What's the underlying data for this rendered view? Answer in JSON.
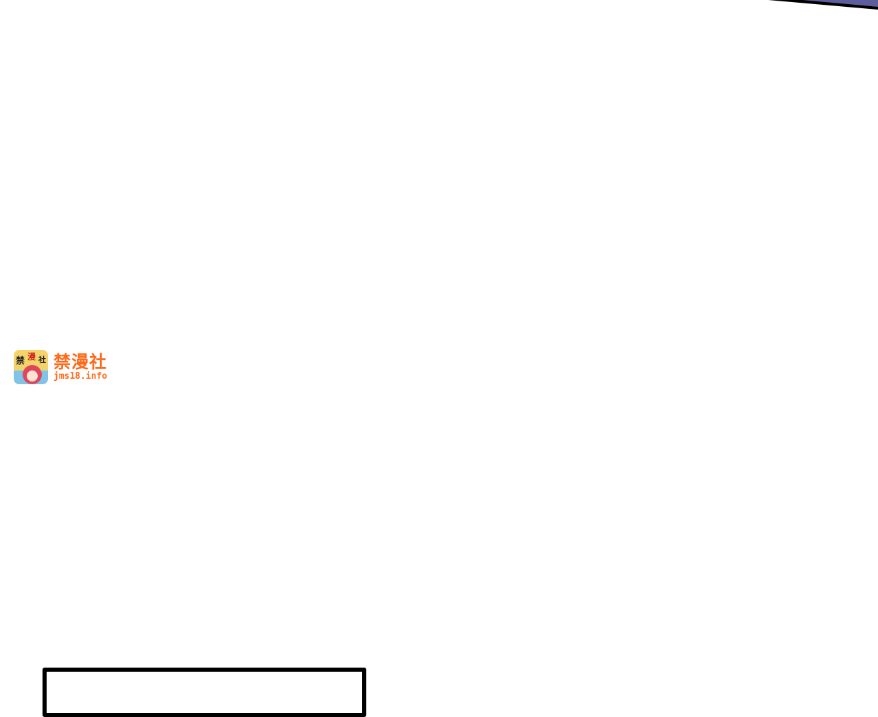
{
  "watermark": {
    "name": "禁漫社",
    "url": "jms18.info",
    "icon_label": "禁漫社",
    "color": "#ff6a1a"
  },
  "colors": {
    "corner_fill": "#5d5f9c",
    "ink": "#000000"
  }
}
